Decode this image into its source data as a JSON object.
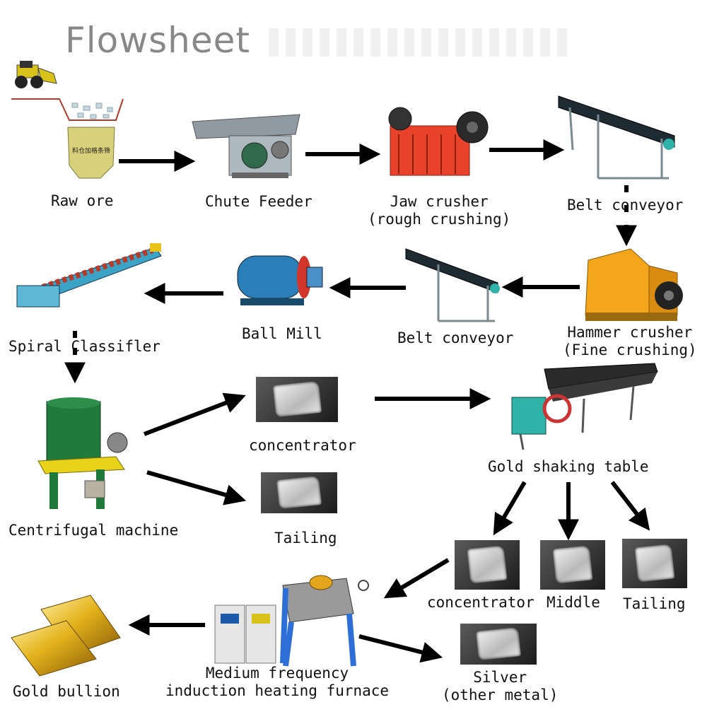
{
  "title": "Flowsheet",
  "ore_bin_text": "料仓加格条筛",
  "labels": {
    "raw_ore": "Raw ore",
    "chute_feeder": "Chute Feeder",
    "jaw_crusher": "Jaw crusher",
    "jaw_crusher_sub": "(rough crushing)",
    "belt_conveyor_1": "Belt conveyor",
    "hammer_crusher": "Hammer crusher",
    "hammer_crusher_sub": "(Fine crushing)",
    "belt_conveyor_2": "Belt conveyor",
    "ball_mill": "Ball Mill",
    "spiral_classifier": "Spiral Classifler",
    "centrifugal_machine": "Centrifugal machine",
    "concentrator_1": "concentrator",
    "tailing_1": "Tailing",
    "gold_shaking_table": "Gold shaking table",
    "concentrator_2": "concentrator",
    "middle": "Middle",
    "tailing_2": "Tailing",
    "furnace": "Medium frequency",
    "furnace_sub": "induction heating furnace",
    "silver": "Silver",
    "silver_sub": "(other metal)",
    "gold_bullion": "Gold bullion"
  },
  "colors": {
    "arrow": "#000000",
    "jaw_crusher": "#e8432a",
    "hammer_crusher": "#f3a51c",
    "ball_mill": "#2a7fb8",
    "spiral_classifier": "#3aa3c6",
    "centrifugal": "#1f7a3c",
    "centrifugal_frame": "#e8d21a",
    "shaking_table_motor": "#2fb3a8",
    "furnace_frame": "#2d6fd6",
    "gold": "#e3b21c"
  }
}
